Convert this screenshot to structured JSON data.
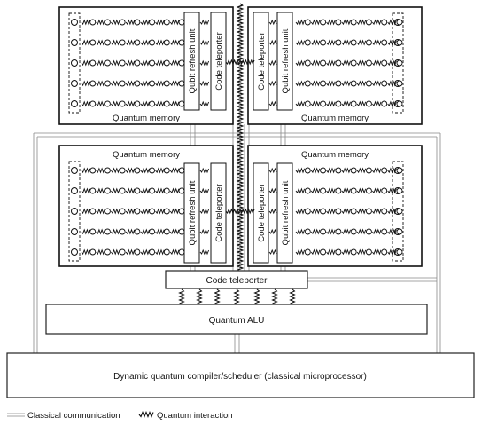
{
  "modules": [
    {
      "memory_label": "Quantum memory",
      "refresh_label": "Qubit refresh unit",
      "teleporter_label": "Code teleporter"
    },
    {
      "memory_label": "Quantum memory",
      "refresh_label": "Qubit refresh unit",
      "teleporter_label": "Code teleporter"
    },
    {
      "memory_label": "Quantum memory",
      "refresh_label": "Qubit refresh unit",
      "teleporter_label": "Code teleporter"
    },
    {
      "memory_label": "Quantum memory",
      "refresh_label": "Qubit refresh unit",
      "teleporter_label": "Code teleporter"
    }
  ],
  "main_teleporter_label": "Code teleporter",
  "alu_label": "Quantum ALU",
  "compiler_label": "Dynamic quantum compiler/scheduler (classical microprocessor)",
  "legend": {
    "classical": "Classical communication",
    "quantum": "Quantum interaction"
  }
}
